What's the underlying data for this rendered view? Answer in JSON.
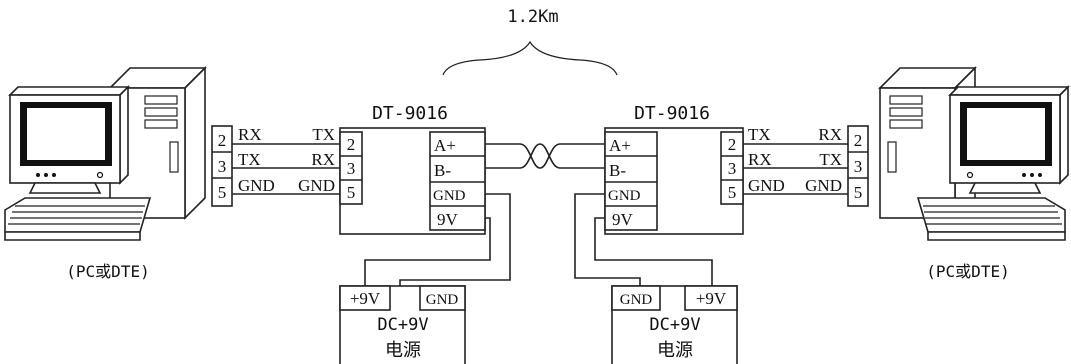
{
  "distance": {
    "label": "1.2Km"
  },
  "converter_left": {
    "title": "DT-9016",
    "pc_side_pins": [
      "2",
      "3",
      "5"
    ],
    "pc_side_signals": [
      "TX",
      "RX",
      "GND"
    ],
    "line_terminals": [
      "A+",
      "B-",
      "GND",
      "9V"
    ]
  },
  "converter_right": {
    "title": "DT-9016",
    "line_terminals": [
      "A+",
      "B-",
      "GND",
      "9V"
    ],
    "pc_side_pins": [
      "2",
      "3",
      "5"
    ],
    "pc_side_signals": [
      "TX",
      "RX",
      "GND"
    ]
  },
  "computer_left": {
    "label": "(PC或DTE)",
    "pins": [
      "2",
      "3",
      "5"
    ],
    "signals": [
      "RX",
      "TX",
      "GND"
    ]
  },
  "computer_right": {
    "label": "(PC或DTE)",
    "pins": [
      "2",
      "3",
      "5"
    ],
    "signals": [
      "RX",
      "TX",
      "GND"
    ]
  },
  "power_left": {
    "terminals": [
      "+9V",
      "GND"
    ],
    "rating": "DC+9V",
    "name": "电源"
  },
  "power_right": {
    "terminals": [
      "GND",
      "+9V"
    ],
    "rating": "DC+9V",
    "name": "电源"
  }
}
